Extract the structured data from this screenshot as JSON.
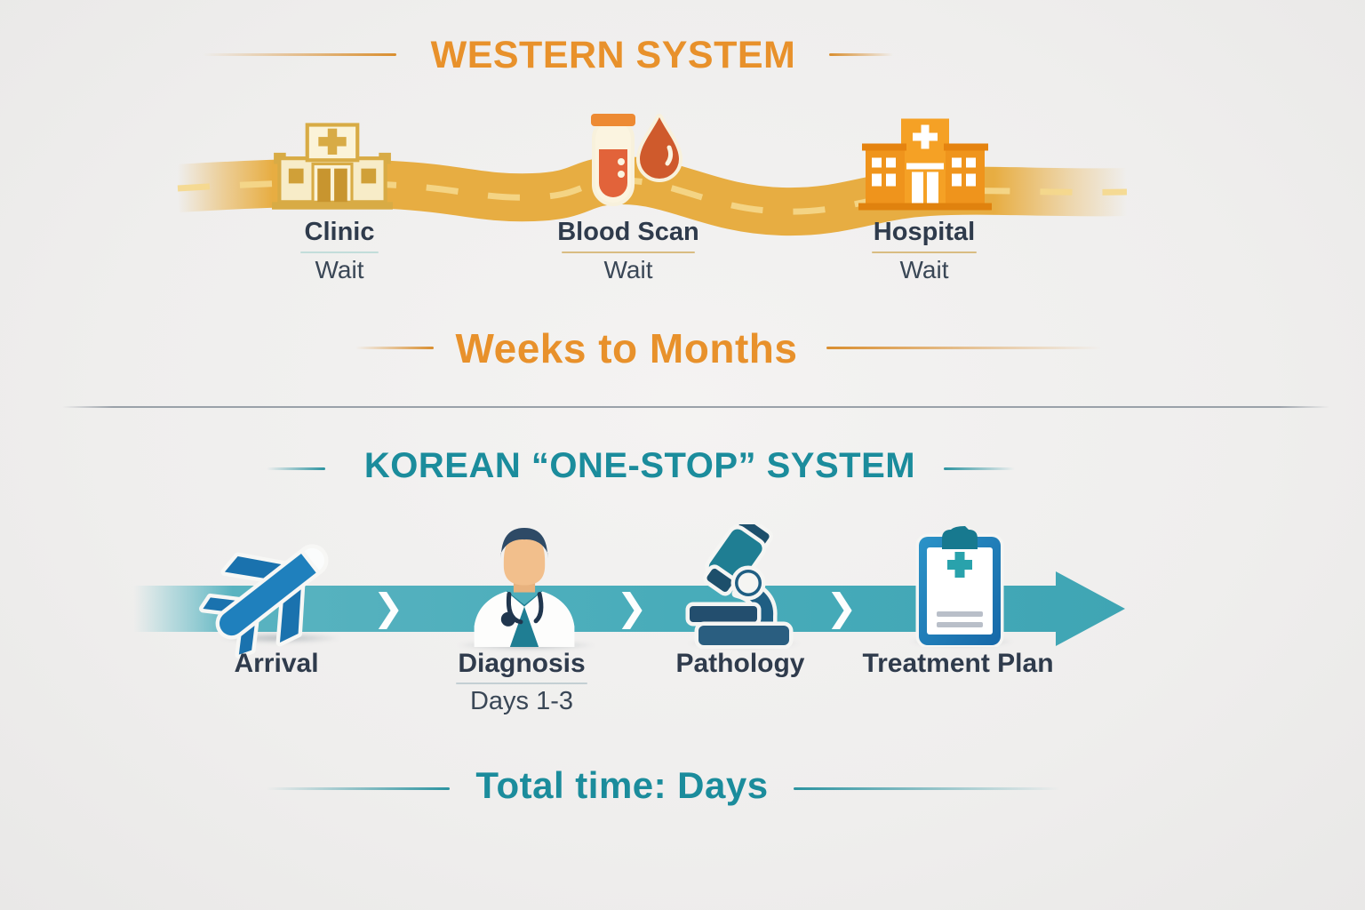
{
  "colors": {
    "background": "#f0efee",
    "western_accent": "#e8912b",
    "road_gold": "#e9b14a",
    "road_dash": "#f5d88c",
    "korean_accent": "#1b8c9c",
    "band_teal": "#48acba",
    "label_dark": "#2f3b4c",
    "plane_blue": "#1f80bd",
    "clipboard_blue": "#1d7ab8"
  },
  "western": {
    "title": "WESTERN SYSTEM",
    "duration_label": "Weeks to Months",
    "steps": [
      {
        "label": "Clinic",
        "sub": "Wait",
        "icon": "clinic-building-icon"
      },
      {
        "label": "Blood Scan",
        "sub": "Wait",
        "icon": "blood-test-icon"
      },
      {
        "label": "Hospital",
        "sub": "Wait",
        "icon": "hospital-building-icon"
      }
    ]
  },
  "korean": {
    "title": "KOREAN “ONE-STOP” SYSTEM",
    "total_prefix": "Total time:",
    "total_value": "Days",
    "chevron": "❯",
    "steps": [
      {
        "label": "Arrival",
        "sub": "",
        "icon": "airplane-icon"
      },
      {
        "label": "Diagnosis",
        "sub": "Days 1-3",
        "icon": "doctor-icon"
      },
      {
        "label": "Pathology",
        "sub": "",
        "icon": "microscope-icon"
      },
      {
        "label": "Treatment Plan",
        "sub": "",
        "icon": "clipboard-icon"
      }
    ]
  }
}
